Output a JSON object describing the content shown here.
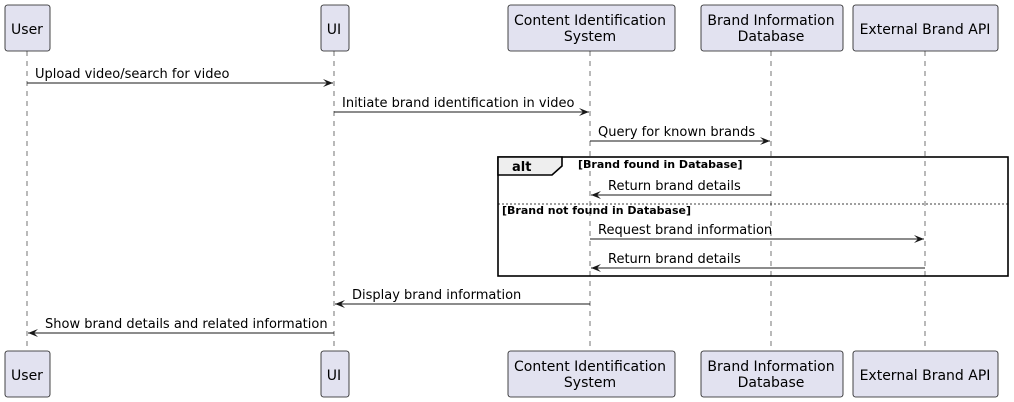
{
  "participants": [
    {
      "id": "user",
      "label": [
        "User"
      ]
    },
    {
      "id": "ui",
      "label": [
        "UI"
      ]
    },
    {
      "id": "cis",
      "label": [
        "Content Identification",
        "System"
      ]
    },
    {
      "id": "bidb",
      "label": [
        "Brand Information",
        "Database"
      ]
    },
    {
      "id": "api",
      "label": [
        "External Brand API"
      ]
    }
  ],
  "messages": [
    {
      "from": "user",
      "to": "ui",
      "text": "Upload video/search for video"
    },
    {
      "from": "ui",
      "to": "cis",
      "text": "Initiate brand identification in video"
    },
    {
      "from": "cis",
      "to": "bidb",
      "text": "Query for known brands"
    },
    {
      "from": "bidb",
      "to": "cis",
      "text": "Return brand details"
    },
    {
      "from": "cis",
      "to": "api",
      "text": "Request brand information"
    },
    {
      "from": "api",
      "to": "cis",
      "text": "Return brand details"
    },
    {
      "from": "cis",
      "to": "ui",
      "text": "Display brand information"
    },
    {
      "from": "ui",
      "to": "user",
      "text": "Show brand details and related information"
    }
  ],
  "alt_fragment": {
    "keyword": "alt",
    "guard_1": "[Brand found in Database]",
    "guard_2": "[Brand not found in Database]"
  },
  "colors": {
    "participant_fill": "#e2e2f0",
    "line": "#181818",
    "tab_fill": "#eeeeee"
  }
}
